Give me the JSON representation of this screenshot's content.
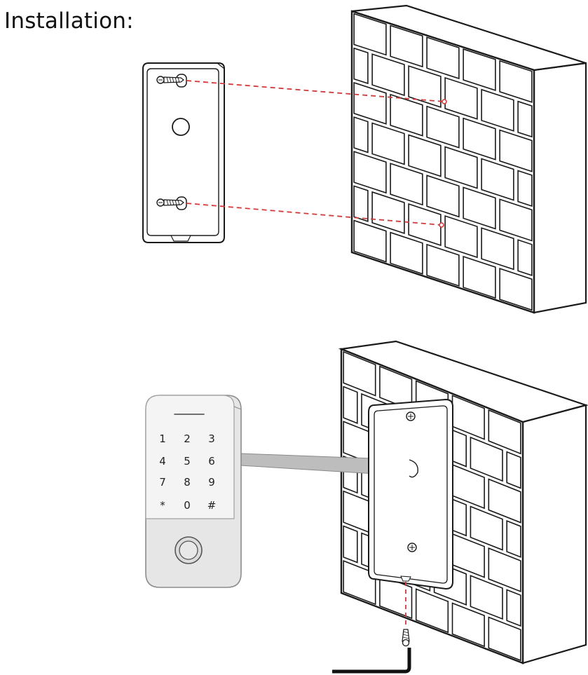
{
  "title": "Installation:",
  "keypad": {
    "keys": [
      "1",
      "2",
      "3",
      "4",
      "5",
      "6",
      "7",
      "8",
      "9",
      "*",
      "0",
      "#"
    ]
  },
  "colors": {
    "brick_outline": "#1a1a1a",
    "wall_side": "#ffffff",
    "guide_line": "#d23a3a",
    "cable": "#bdbdbd",
    "device_panel": "#e6e6e6",
    "keypad_face": "#f2f2f2"
  }
}
